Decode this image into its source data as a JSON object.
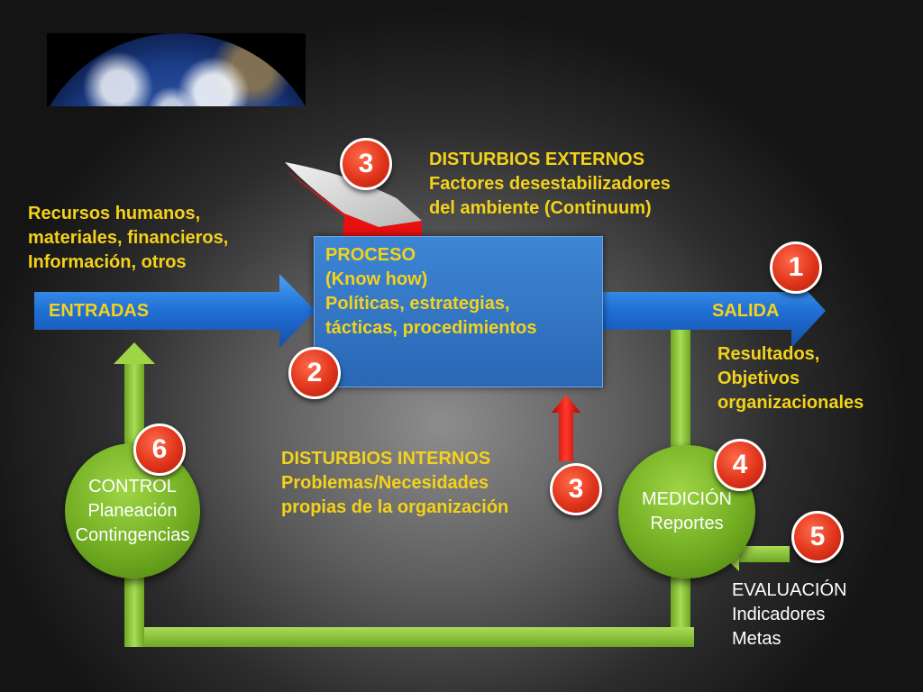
{
  "disturbios_externos": {
    "title": "DISTURBIOS EXTERNOS",
    "line1": "Factores desestabilizadores",
    "line2": "del ambiente (Continuum)"
  },
  "recursos": {
    "line1": "Recursos humanos,",
    "line2": "materiales, financieros,",
    "line3": "Información, otros"
  },
  "proceso": {
    "line1": "PROCESO",
    "line2": "(Know how)",
    "line3": "Políticas, estrategias,",
    "line4": "tácticas, procedimientos"
  },
  "entradas": "ENTRADAS",
  "salida": "SALIDA",
  "resultados": {
    "line1": "Resultados,",
    "line2": "Objetivos",
    "line3": "organizacionales"
  },
  "disturbios_internos": {
    "title": "DISTURBIOS INTERNOS",
    "line1": "Problemas/Necesidades",
    "line2": "propias de la organización"
  },
  "control": {
    "line1": "CONTROL",
    "line2": "Planeación",
    "line3": "Contingencias"
  },
  "medicion": {
    "line1": "MEDICIÓN",
    "line2": "Reportes"
  },
  "evaluacion": {
    "line1": "EVALUACIÓN",
    "line2": "Indicadores",
    "line3": "Metas"
  },
  "badges": {
    "b1": "1",
    "b2": "2",
    "b3_top": "3",
    "b3_bottom": "3",
    "b4": "4",
    "b5": "5",
    "b6": "6"
  },
  "colors": {
    "label_yellow": "#f4d21a",
    "process_blue": "#2a67b5",
    "arrow_blue": "#1f6fd6",
    "loop_green": "#8fcb3a",
    "badge_red": "#e0341b",
    "disturb_red": "#e81010"
  }
}
